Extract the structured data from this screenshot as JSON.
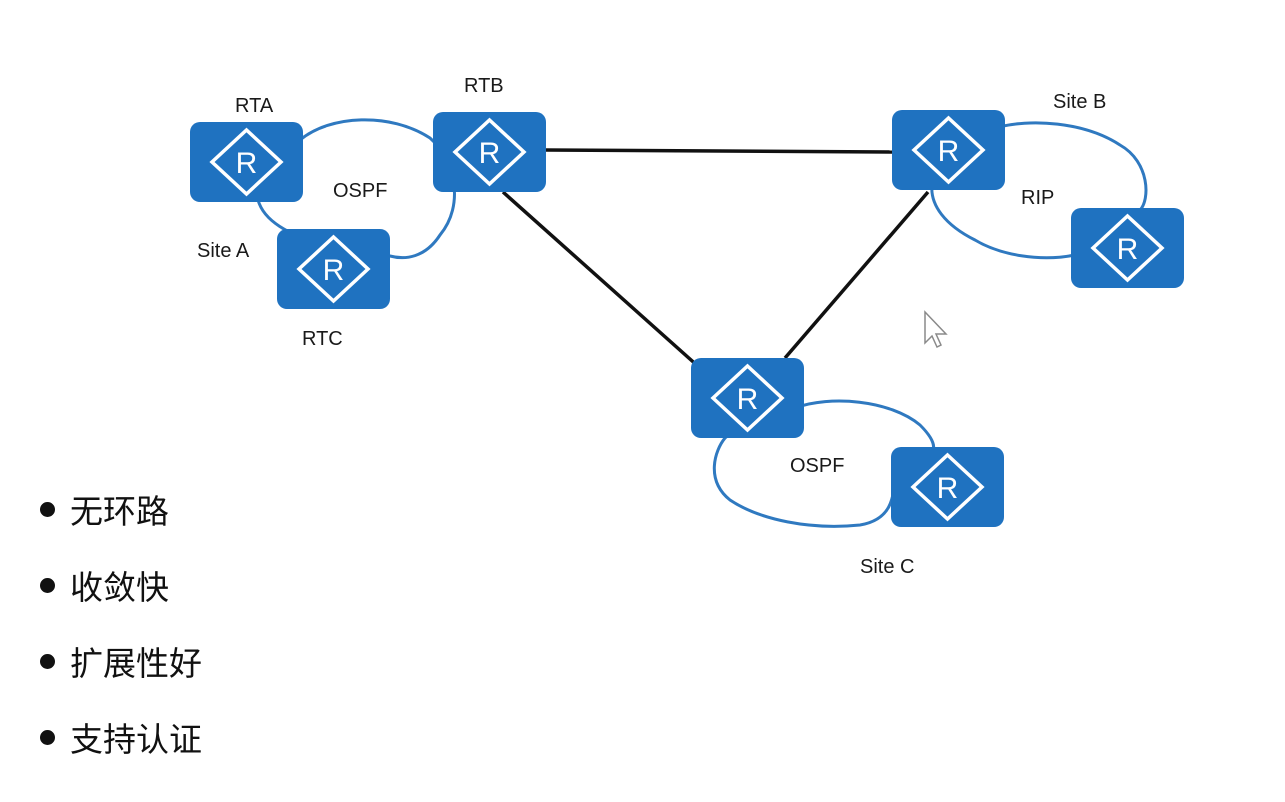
{
  "routers": {
    "rta": {
      "label": "RTA",
      "letter": "R"
    },
    "rtb": {
      "label": "RTB",
      "letter": "R"
    },
    "rtc": {
      "label": "RTC",
      "letter": "R"
    },
    "site_b_router_1": {
      "letter": "R"
    },
    "site_b_router_2": {
      "letter": "R"
    },
    "site_c_router_1": {
      "letter": "R"
    },
    "site_c_router_2": {
      "letter": "R"
    }
  },
  "sites": {
    "site_a": {
      "label": "Site A",
      "protocol": "OSPF"
    },
    "site_b": {
      "label": "Site B",
      "protocol": "RIP"
    },
    "site_c": {
      "label": "Site C",
      "protocol": "OSPF"
    }
  },
  "features": [
    "无环路",
    "收敛快",
    "扩展性好",
    "支持认证"
  ],
  "colors": {
    "router": "#1f72c0",
    "cloud_outline": "#2f79c0",
    "link": "#111111"
  }
}
